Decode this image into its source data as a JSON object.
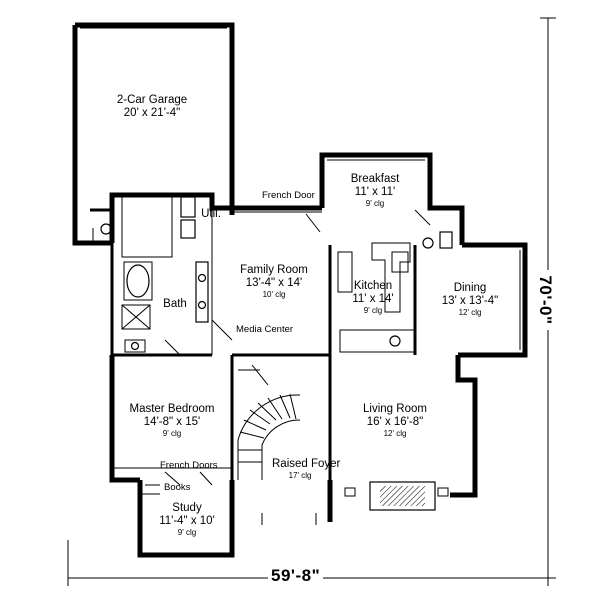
{
  "rooms": {
    "garage": {
      "name": "2-Car Garage",
      "size": "20' x 21'-4\""
    },
    "breakfast": {
      "name": "Breakfast",
      "size": "11' x 11'",
      "clg": "9' clg"
    },
    "family": {
      "name": "Family Room",
      "size": "13'-4\" x 14'",
      "clg": "10' clg"
    },
    "kitchen": {
      "name": "Kitchen",
      "size": "11' x 14'",
      "clg": "9' clg"
    },
    "dining": {
      "name": "Dining",
      "size": "13' x 13'-4\"",
      "clg": "12' clg"
    },
    "bath": {
      "name": "Bath"
    },
    "util": {
      "name": "Util."
    },
    "master": {
      "name": "Master Bedroom",
      "size": "14'-8\" x 15'",
      "clg": "9' clg"
    },
    "living": {
      "name": "Living Room",
      "size": "16' x 16'-8\"",
      "clg": "12' clg"
    },
    "foyer": {
      "name": "Raised Foyer",
      "clg": "17' clg"
    },
    "study": {
      "name": "Study",
      "size": "11'-4\" x 10'",
      "clg": "9' clg"
    }
  },
  "notes": {
    "french_door_top": "French Door",
    "media_center": "Media Center",
    "french_doors_study": "French Doors",
    "books": "Books"
  },
  "dimensions": {
    "overall_width": "59'-8\"",
    "overall_depth": "70'-0\""
  }
}
